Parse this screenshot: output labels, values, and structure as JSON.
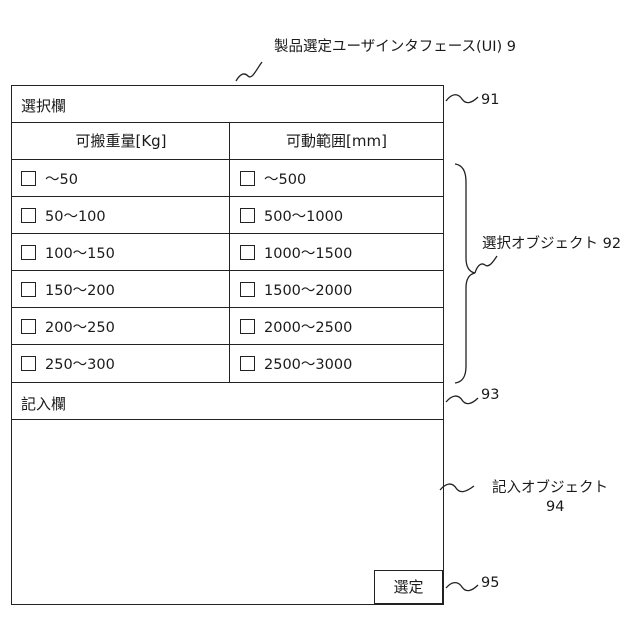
{
  "title": "製品選定ユーザインタフェース(UI) 9",
  "selection": {
    "label": "選択欄",
    "col_headers": [
      "可搬重量[Kg]",
      "可動範囲[mm]"
    ],
    "rows": [
      [
        "～50",
        "～500"
      ],
      [
        "50～100",
        "500～1000"
      ],
      [
        "100～150",
        "1000～1500"
      ],
      [
        "150～200",
        "1500～2000"
      ],
      [
        "200～250",
        "2000～2500"
      ],
      [
        "250～300",
        "2500～3000"
      ]
    ]
  },
  "entry": {
    "label": "記入欄",
    "value": "",
    "button_label": "選定"
  },
  "annotations": {
    "selection_area": "91",
    "selection_objects": "選択オブジェクト 92",
    "entry_area": "93",
    "entry_object_line1": "記入オブジェクト",
    "entry_object_line2": "94",
    "select_button": "95"
  }
}
